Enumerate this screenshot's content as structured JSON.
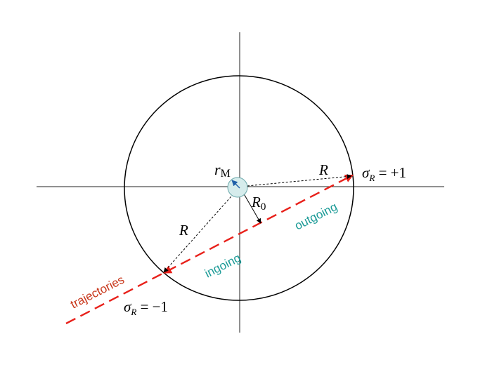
{
  "diagram": {
    "labels": {
      "r_symbol": "r",
      "r_subscript": "M",
      "R_top": "R",
      "R_left": "R",
      "R0_symbol": "R",
      "R0_subscript": "0",
      "sigma_symbol": "σ",
      "sigma_subscript": "R",
      "sigma_plus_value": " = +1",
      "sigma_minus_value": " = −1",
      "outgoing": "outgoing",
      "ingoing": "ingoing",
      "trajectories": "trajectories"
    },
    "colors": {
      "axes": "#222222",
      "circle": "#000000",
      "trajectory": "#e8201a",
      "trajectory_label": "#c8361a",
      "direction_label": "#1a9a96",
      "inner_disk_fill": "#d6ecec",
      "inner_disk_stroke": "#6aa8aa",
      "inner_arrow": "#1f5fa8"
    }
  }
}
